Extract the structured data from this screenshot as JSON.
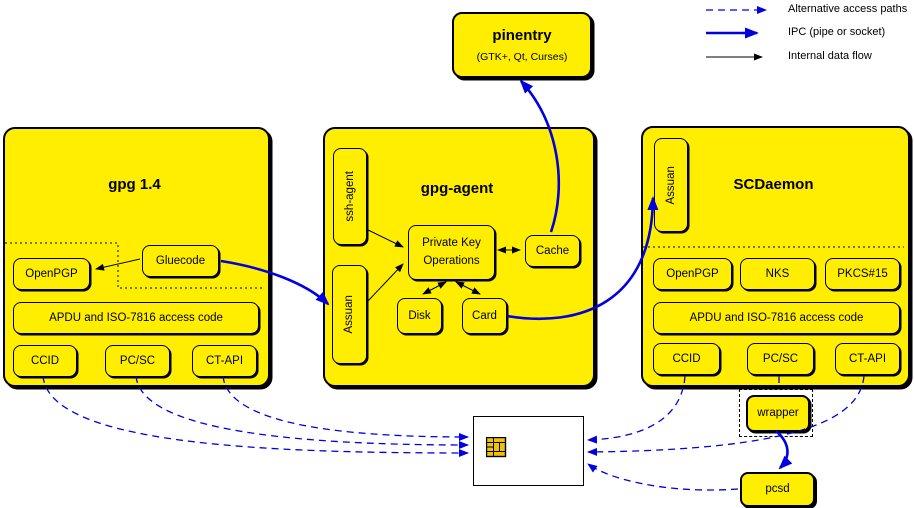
{
  "colors": {
    "yellow": "#ffee00",
    "blue": "#0000e0",
    "chip": "#eec20a"
  },
  "legend": {
    "alt": "Alternative access paths",
    "ipc": "IPC (pipe or socket)",
    "internal": "Internal data flow"
  },
  "pinentry": {
    "title": "pinentry",
    "subtitle": "(GTK+, Qt, Curses)"
  },
  "gpg14": {
    "title": "gpg 1.4",
    "openpgp": "OpenPGP",
    "gluecode": "Gluecode",
    "apdu": "APDU and ISO-7816 access code",
    "ccid": "CCID",
    "pcsc": "PC/SC",
    "ctapi": "CT-API"
  },
  "gpgagent": {
    "title": "gpg-agent",
    "sshagent": "ssh-agent",
    "assuan": "Assuan",
    "pko1": "Private Key",
    "pko2": "Operations",
    "cache": "Cache",
    "disk": "Disk",
    "card": "Card"
  },
  "scdaemon": {
    "title": "SCDaemon",
    "assuan": "Assuan",
    "openpgp": "OpenPGP",
    "nks": "NKS",
    "pkcs15": "PKCS#15",
    "apdu": "APDU and ISO-7816 access code",
    "ccid": "CCID",
    "pcsc": "PC/SC",
    "ctapi": "CT-API"
  },
  "external": {
    "wrapper": "wrapper",
    "pcsd": "pcsd"
  }
}
